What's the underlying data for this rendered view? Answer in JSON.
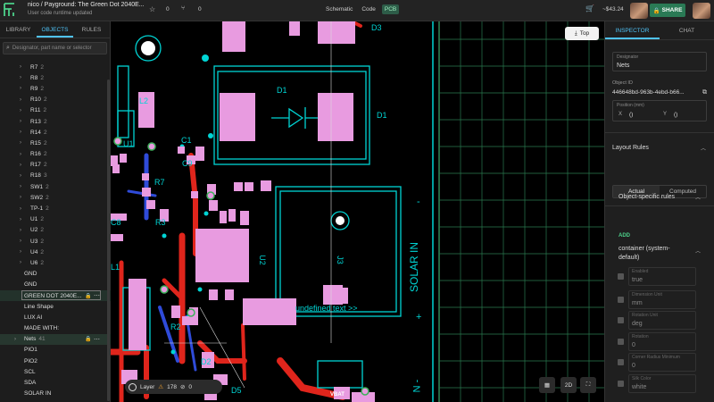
{
  "header": {
    "title": "nico / Payground: The Green Dot 2040E...",
    "subtitle": "User code runtime updated",
    "star_count": "0",
    "fork_count": "0",
    "tabs": [
      "Schematic",
      "Code",
      "PCB"
    ],
    "active_tab": "PCB",
    "price": "~$43.24",
    "share_label": "SHARE"
  },
  "left_panel": {
    "tabs": [
      "LIBRARY",
      "OBJECTS",
      "RULES"
    ],
    "active_tab": "OBJECTS",
    "search_placeholder": "Designator, part name or selector",
    "tree": [
      {
        "label": "R7",
        "count": "2"
      },
      {
        "label": "R8",
        "count": "2"
      },
      {
        "label": "R9",
        "count": "2"
      },
      {
        "label": "R10",
        "count": "2"
      },
      {
        "label": "R11",
        "count": "2"
      },
      {
        "label": "R13",
        "count": "2"
      },
      {
        "label": "R14",
        "count": "2"
      },
      {
        "label": "R15",
        "count": "2"
      },
      {
        "label": "R16",
        "count": "2"
      },
      {
        "label": "R17",
        "count": "2"
      },
      {
        "label": "R18",
        "count": "3"
      },
      {
        "label": "SW1",
        "count": "2"
      },
      {
        "label": "SW2",
        "count": "2"
      },
      {
        "label": "TP-1",
        "count": "2"
      },
      {
        "label": "U1",
        "count": "2"
      },
      {
        "label": "U2",
        "count": "2"
      },
      {
        "label": "U3",
        "count": "2"
      },
      {
        "label": "U4",
        "count": "2"
      },
      {
        "label": "U6",
        "count": "2"
      }
    ],
    "flat_items": [
      {
        "label": "GND"
      },
      {
        "label": "GND"
      },
      {
        "label": "GREEN DOT 2040E..."
      },
      {
        "label": "Line Shape"
      },
      {
        "label": "LUX AI"
      },
      {
        "label": "MADE WITH:"
      },
      {
        "label": "Nets",
        "count": "41"
      },
      {
        "label": "PIO1"
      },
      {
        "label": "PIO2"
      },
      {
        "label": "SCL"
      },
      {
        "label": "SDA"
      },
      {
        "label": "SOLAR IN"
      }
    ]
  },
  "canvas": {
    "view_button": "Top",
    "layer_label": "Layer",
    "warning_count": "178",
    "error_count": "0",
    "view_mode": "2D",
    "board_labels": {
      "d1_top": "D1",
      "d1_right": "D1",
      "d3": "D3",
      "l2": "L2",
      "u1": "U1",
      "c1": "C1",
      "c9": "C9",
      "r7": "R7",
      "r3": "R3",
      "c8": "C8",
      "u2": "U2",
      "j3": "J3",
      "solar_in": "SOLAR IN",
      "minus": "-",
      "plus": "+",
      "undefined_text": "undefined text >>",
      "r2": "R2",
      "d2": "D2",
      "d5": "D5",
      "l1": "L1",
      "vbat": "VBAT",
      "n_minus": "N -"
    }
  },
  "right_panel": {
    "tabs": [
      "INSPECTOR",
      "CHAT"
    ],
    "active_tab": "INSPECTOR",
    "designator_label": "Designator",
    "designator_value": "Nets",
    "object_id_label": "Object ID",
    "object_id_value": "446648bd-963b-4ebd-b66...",
    "position_label": "Position (mm)",
    "pos_x_label": "X",
    "pos_x_value": "()",
    "pos_y_label": "Y",
    "pos_y_value": "()",
    "layout_rules_label": "Layout Rules",
    "seg_actual": "Actual",
    "seg_computed": "Computed",
    "object_rules_label": "Object-specific rules",
    "add_label": "ADD",
    "container_label": "container (system-default)",
    "props": [
      {
        "label": "Enabled",
        "value": "true"
      },
      {
        "label": "Dimension Unit",
        "value": "mm"
      },
      {
        "label": "Rotation Unit",
        "value": "deg"
      },
      {
        "label": "Rotation",
        "value": "0"
      },
      {
        "label": "Corner Radius Minimum",
        "value": "0"
      },
      {
        "label": "Silk Color",
        "value": "white"
      }
    ]
  },
  "colors": {
    "accent": "#4fc3f7",
    "share_bg": "#2a7a55",
    "pad_pink": "#e89be0",
    "trace_red": "#e0251c",
    "silk_cyan": "#00d4d4",
    "grid_green": "#2e8b57"
  }
}
